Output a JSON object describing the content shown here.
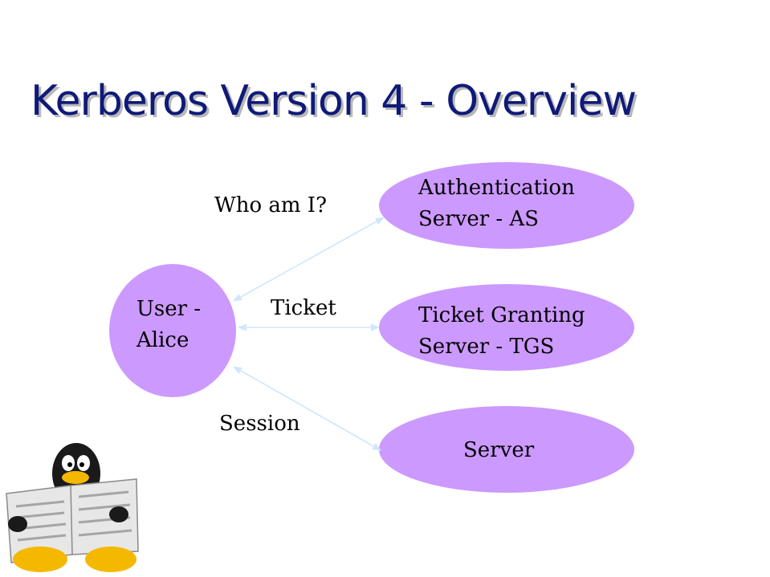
{
  "slide": {
    "title": "Kerberos Version 4 - Overview"
  },
  "colors": {
    "title": "#0f1a78",
    "node_fill": "#cc99ff",
    "arrow": "#cfe6ff"
  },
  "nodes": {
    "user": {
      "line1": "User -",
      "line2": "Alice"
    },
    "as": {
      "line1": "Authentication",
      "line2": "Server - AS"
    },
    "tgs": {
      "line1": "Ticket Granting",
      "line2": "Server - TGS"
    },
    "server": {
      "line1": "Server"
    }
  },
  "edges": {
    "as": {
      "label": "Who am I?"
    },
    "tgs": {
      "label": "Ticket"
    },
    "server": {
      "label": "Session"
    }
  },
  "decoration": {
    "icon": "penguin-reading-newspaper-icon"
  }
}
